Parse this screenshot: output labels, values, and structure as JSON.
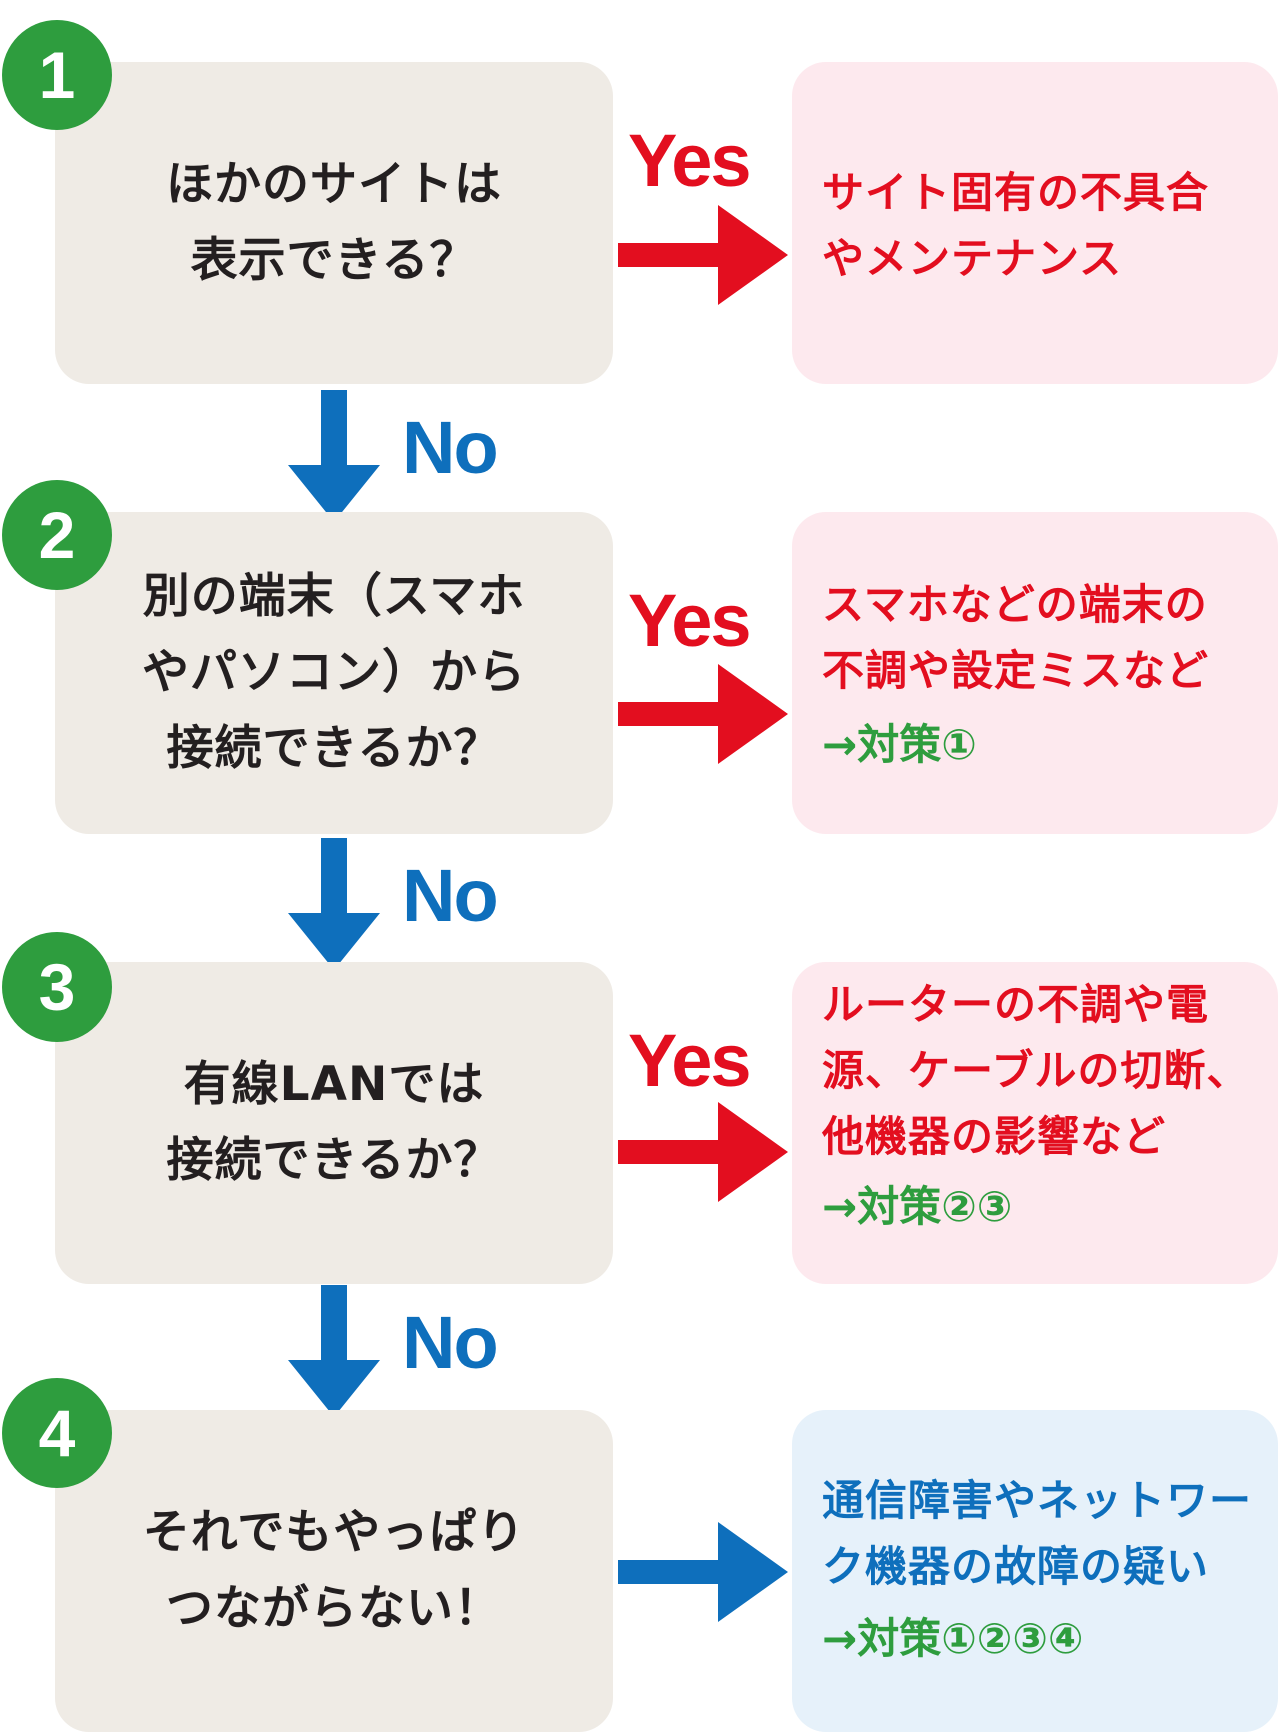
{
  "steps": [
    {
      "number": "1",
      "question": "ほかのサイトは\n表示できる？"
    },
    {
      "number": "2",
      "question": "別の端末（スマホ\nやパソコン）から\n接続できるか？"
    },
    {
      "number": "3",
      "question": "有線LANでは\n接続できるか？"
    },
    {
      "number": "4",
      "question": "それでもやっぱり\nつながらない！"
    }
  ],
  "answers": [
    {
      "label": "Yes",
      "text": "サイト固有の不具合\nやメンテナンス",
      "ref": ""
    },
    {
      "label": "Yes",
      "text": "スマホなどの端末の\n不調や設定ミスなど",
      "ref": "→対策①"
    },
    {
      "label": "Yes",
      "text": "ルーターの不調や電\n源、ケーブルの切断、\n他機器の影響など",
      "ref": "→対策②③"
    },
    {
      "label": "",
      "text": "通信障害やネットワー\nク機器の故障の疑い",
      "ref": "→対策①②③④"
    }
  ],
  "no_label": "No",
  "colors": {
    "question_bg": "#efebe5",
    "yes_red": "#e30e1f",
    "no_blue": "#0e6fbc",
    "step_green": "#2e9d3e",
    "answer_pink": "#fde9ee",
    "answer_blue": "#e6f1fa"
  }
}
